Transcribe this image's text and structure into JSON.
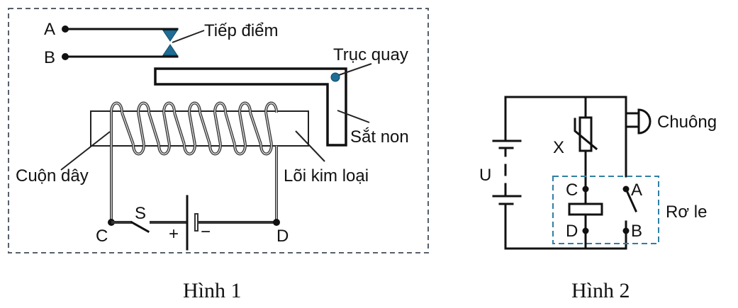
{
  "figure1": {
    "caption": "Hình 1",
    "labels": {
      "A": "A",
      "B": "B",
      "contact": "Tiếp điểm",
      "pivot": "Trục quay",
      "armature": "Sắt non",
      "coil": "Cuộn dây",
      "core": "Lõi kim loại",
      "C": "C",
      "D": "D",
      "switch": "S",
      "plus": "+",
      "minus": "−"
    }
  },
  "figure2": {
    "caption": "Hình 2",
    "labels": {
      "voltage": "U",
      "thermistor": "X",
      "bell": "Chuông",
      "relay": "Rơ le",
      "C": "C",
      "D": "D",
      "A": "A",
      "B": "B"
    }
  },
  "colors": {
    "contact_blue": "#1f6d96",
    "relay_frame": "#2f7fa3",
    "frame1": "#55606a"
  }
}
